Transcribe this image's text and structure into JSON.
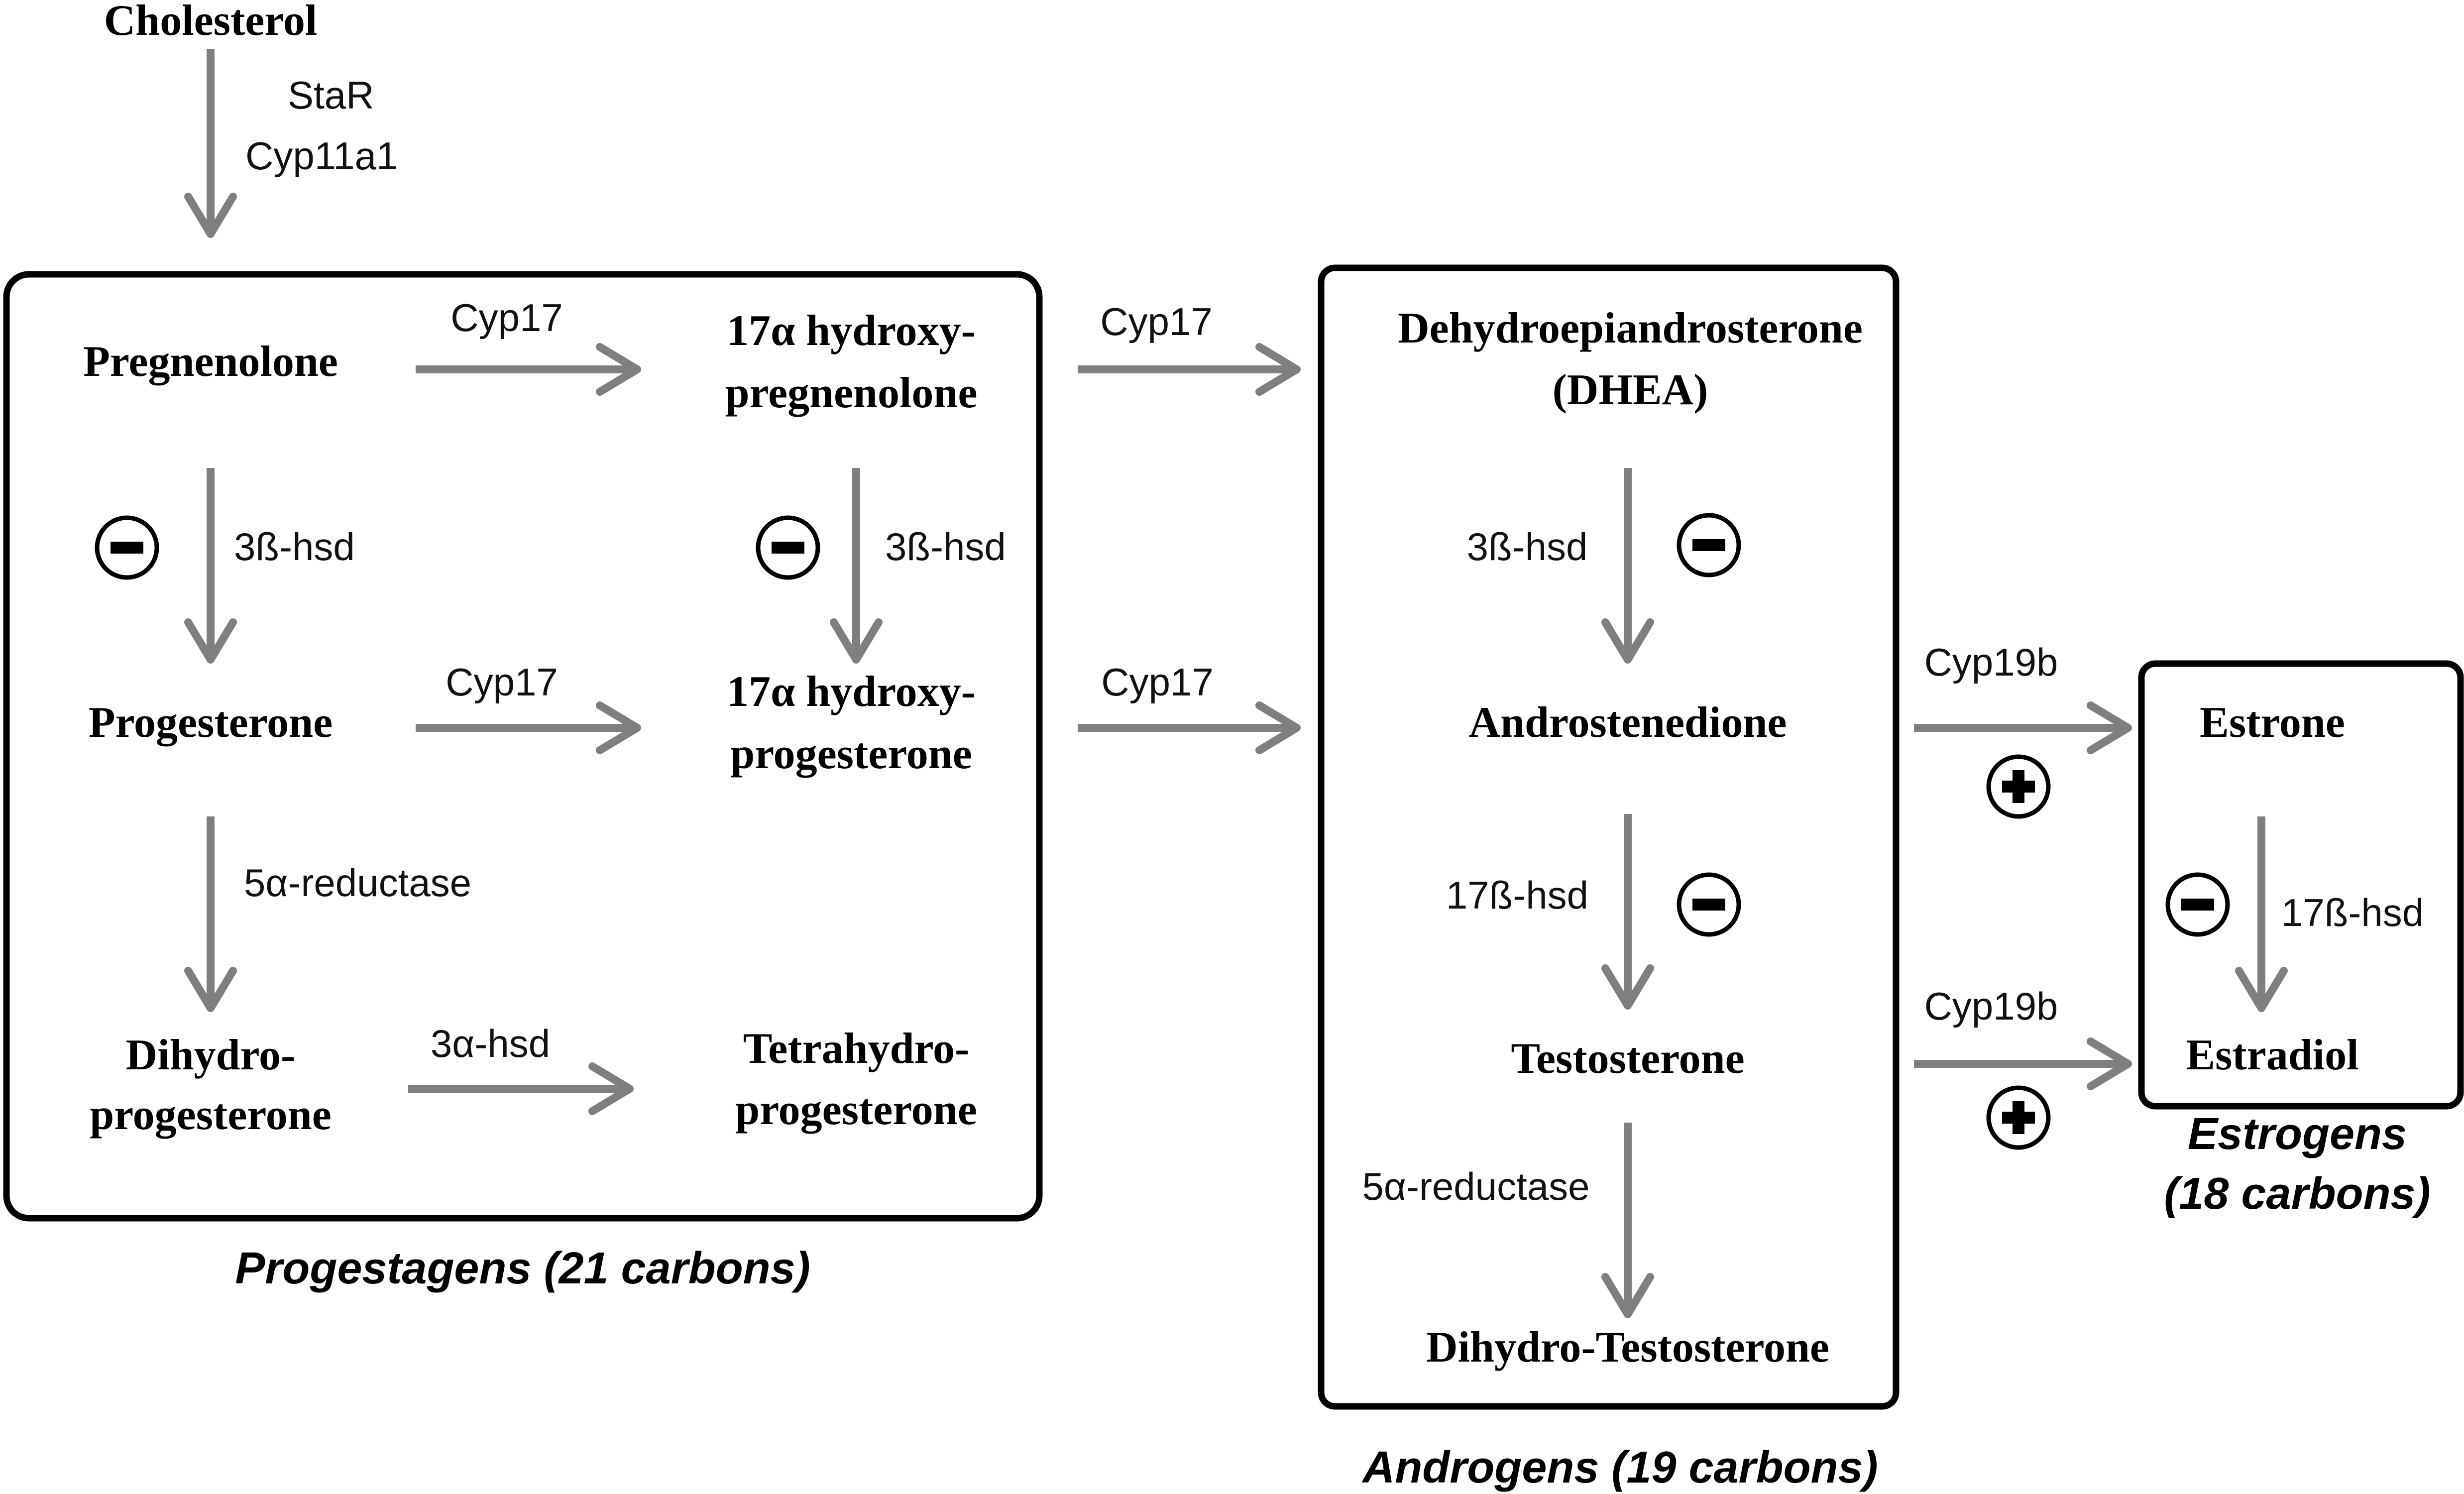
{
  "compounds": {
    "cholesterol": "Cholesterol",
    "pregnenolone": "Pregnenolone",
    "hydroxy_preg_1": "17α hydroxy-",
    "hydroxy_preg_2": "pregnenolone",
    "progesterone": "Progesterone",
    "hydroxy_prog_1": "17α hydroxy-",
    "hydroxy_prog_2": "progesterone",
    "dihydroprog_1": "Dihydro-",
    "dihydroprog_2": "progesterone",
    "tetrahydroprog_1": "Tetrahydro-",
    "tetrahydroprog_2": "progesterone",
    "dhea_1": "Dehydroepiandrosterone",
    "dhea_2": "(DHEA)",
    "androstenedione": "Androstenedione",
    "testosterone": "Testosterone",
    "dihydrotestosterone": "Dihydro-Testosterone",
    "estrone": "Estrone",
    "estradiol": "Estradiol"
  },
  "enzymes": {
    "star": "StaR",
    "cyp11a1": "Cyp11a1",
    "cyp17_a": "Cyp17",
    "cyp17_b": "Cyp17",
    "cyp17_c": "Cyp17",
    "cyp17_d": "Cyp17",
    "hsd3b_a": "3ß-hsd",
    "hsd3b_b": "3ß-hsd",
    "hsd3b_c": "3ß-hsd",
    "reductase5a_a": "5α-reductase",
    "hsd3a": "3α-hsd",
    "hsd17b_a": "17ß-hsd",
    "reductase5a_b": "5α-reductase",
    "cyp19b_a": "Cyp19b",
    "cyp19b_b": "Cyp19b",
    "hsd17b_b": "17ß-hsd"
  },
  "captions": {
    "progestagens": "Progestagens (21 carbons)",
    "androgens": "Androgens (19 carbons)",
    "estrogens_1": "Estrogens",
    "estrogens_2": "(18 carbons)"
  },
  "colors": {
    "arrow": "#7f7f7f",
    "box_border": "#000000",
    "text": "#000000"
  },
  "regulation_icons": [
    "minus-icon",
    "plus-icon"
  ]
}
